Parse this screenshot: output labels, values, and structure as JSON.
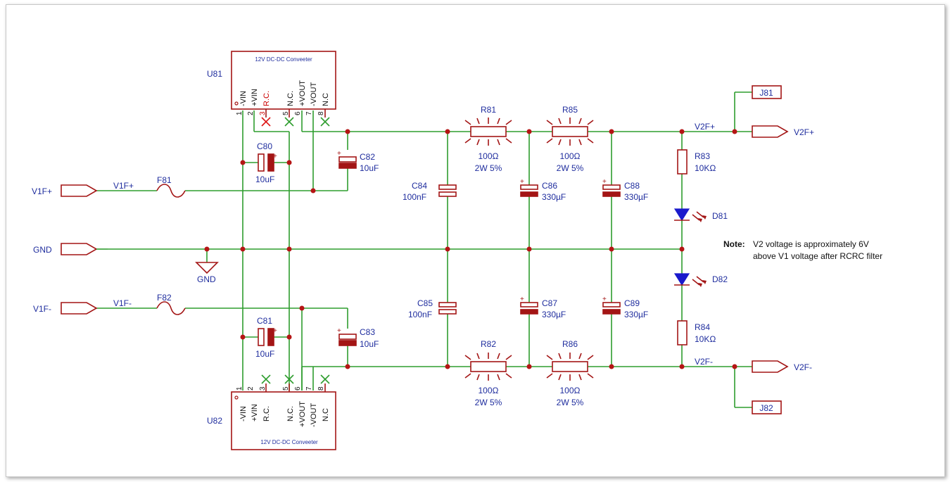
{
  "converters": {
    "u81": {
      "ref": "U81",
      "title": "12V DC-DC Conveeter",
      "pins": [
        "-VIN",
        "+VIN",
        "R.C.",
        "N.C.",
        "+VOUT",
        "-VOUT",
        "N.C"
      ],
      "pin_numbers": [
        "1",
        "2",
        "3",
        "5",
        "6",
        "7",
        "8"
      ]
    },
    "u82": {
      "ref": "U82",
      "title": "12V DC-DC Conveeter",
      "pins": [
        "-VIN",
        "+VIN",
        "R.C.",
        "N.C.",
        "+VOUT",
        "-VOUT",
        "N.C"
      ],
      "pin_numbers": [
        "1",
        "2",
        "3",
        "5",
        "6",
        "7",
        "8"
      ]
    }
  },
  "ports": {
    "v1f_plus": "V1F+",
    "gnd": "GND",
    "v1f_minus": "V1F-",
    "v2f_plus": "V2F+",
    "v2f_minus": "V2F-"
  },
  "net_labels": {
    "v1f_plus": "V1F+",
    "v1f_minus": "V1F-",
    "v2f_plus": "V2F+",
    "v2f_minus": "V2F-",
    "gnd_symbol": "GND"
  },
  "fuses": {
    "f81": "F81",
    "f82": "F82"
  },
  "capacitors": {
    "c80": {
      "ref": "C80",
      "value": "10uF"
    },
    "c81": {
      "ref": "C81",
      "value": "10uF"
    },
    "c82": {
      "ref": "C82",
      "value": "10uF"
    },
    "c83": {
      "ref": "C83",
      "value": "10uF"
    },
    "c84": {
      "ref": "C84",
      "value": "100nF"
    },
    "c85": {
      "ref": "C85",
      "value": "100nF"
    },
    "c86": {
      "ref": "C86",
      "value": "330µF"
    },
    "c87": {
      "ref": "C87",
      "value": "330µF"
    },
    "c88": {
      "ref": "C88",
      "value": "330µF"
    },
    "c89": {
      "ref": "C89",
      "value": "330µF"
    }
  },
  "resistors": {
    "r81": {
      "ref": "R81",
      "value": "100Ω",
      "rating": "2W 5%"
    },
    "r85": {
      "ref": "R85",
      "value": "100Ω",
      "rating": "2W 5%"
    },
    "r82": {
      "ref": "R82",
      "value": "100Ω",
      "rating": "2W 5%"
    },
    "r86": {
      "ref": "R86",
      "value": "100Ω",
      "rating": "2W 5%"
    },
    "r83": {
      "ref": "R83",
      "value": "10KΩ"
    },
    "r84": {
      "ref": "R84",
      "value": "10KΩ"
    }
  },
  "diodes": {
    "d81": "D81",
    "d82": "D82"
  },
  "connectors": {
    "j81": "J81",
    "j82": "J82"
  },
  "note": {
    "label": "Note:",
    "line1": "V2 voltage is approximately 6V",
    "line2": "above V1 voltage after RCRC filter"
  },
  "colors": {
    "wire": "#2e9d2e",
    "component": "#a31515",
    "junction": "#b51515",
    "text": "#1f2d9e",
    "led": "#1a1acc"
  }
}
